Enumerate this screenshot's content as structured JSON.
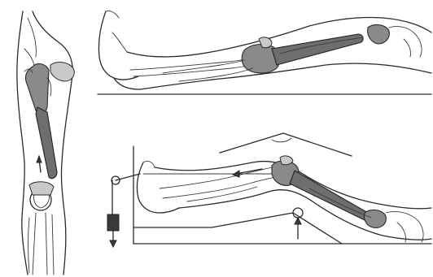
{
  "illustration": {
    "panels": [
      {
        "id": "front-view-leg"
      },
      {
        "id": "supine-leg-side-view"
      },
      {
        "id": "traction-splint-side-view"
      }
    ]
  }
}
